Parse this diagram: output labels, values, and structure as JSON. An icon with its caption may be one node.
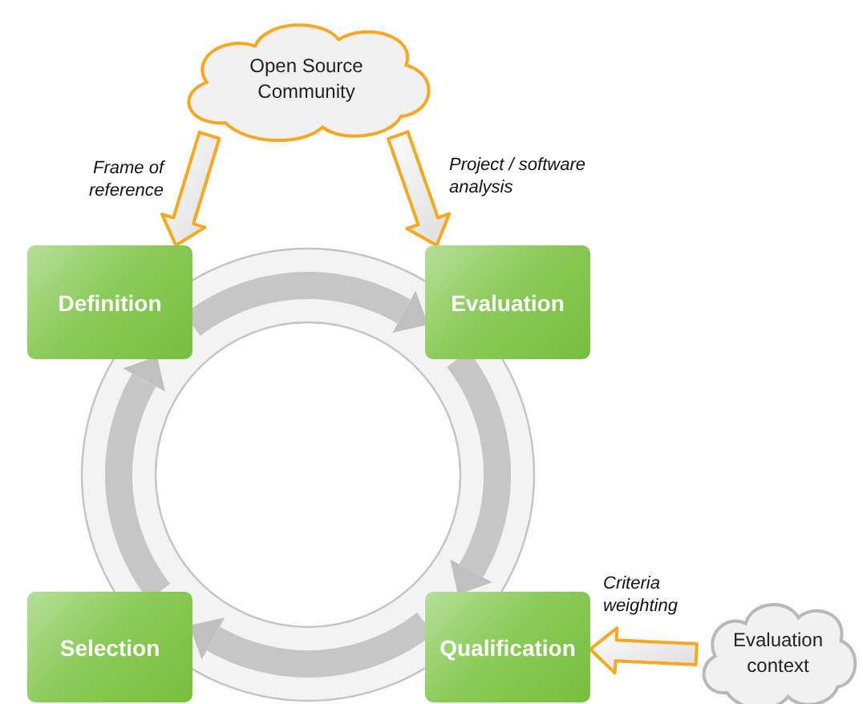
{
  "diagram": {
    "nodes": [
      {
        "text": [
          "Open Source Community"
        ]
      },
      {
        "text": [
          "Definition"
        ]
      },
      {
        "text": [
          "Evaluation"
        ]
      },
      {
        "text": [
          "Selection"
        ]
      },
      {
        "text": [
          "Qualification"
        ]
      },
      {
        "text": [
          "Evaluation context"
        ]
      }
    ],
    "edges": [
      {
        "from": 0,
        "to": 1,
        "arrow": "to",
        "label": "Frame of reference",
        "style": "thick",
        "color": "#f7a823"
      },
      {
        "from": 0,
        "to": 2,
        "arrow": "to",
        "label": "Project / software analysis",
        "style": "thick",
        "color": "#f7a823"
      },
      {
        "from": 1,
        "to": 2,
        "arrow": "to"
      },
      {
        "from": 2,
        "to": 4,
        "arrow": "to"
      },
      {
        "from": 4,
        "to": 3,
        "arrow": "to"
      },
      {
        "from": 3,
        "to": 1,
        "arrow": "to"
      },
      {
        "from": 5,
        "to": 4,
        "arrow": "to",
        "label": "Criteria weighting",
        "style": "thick",
        "color": "#f7a823"
      }
    ]
  }
}
